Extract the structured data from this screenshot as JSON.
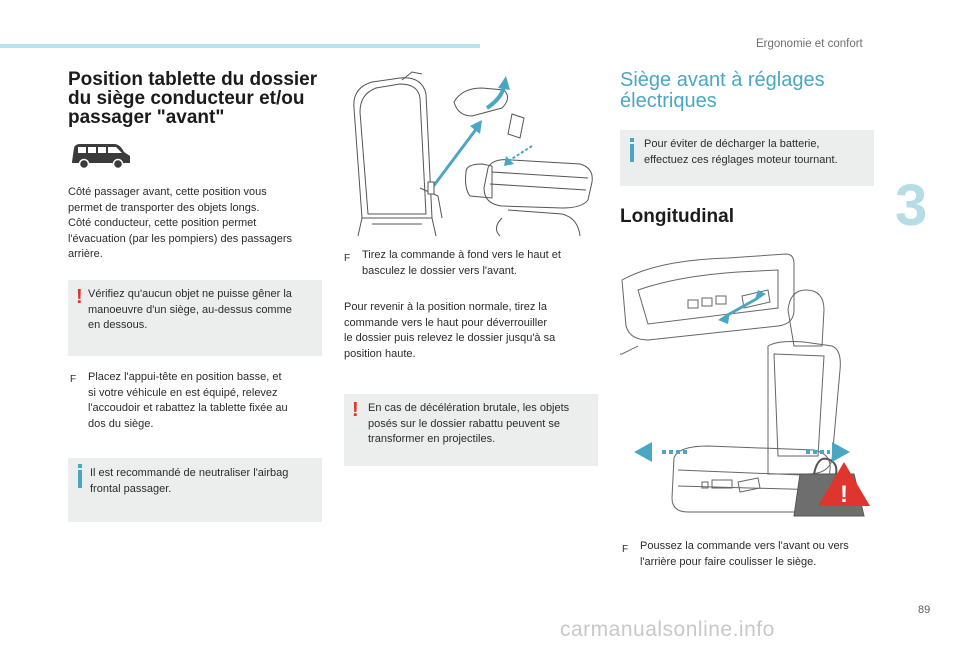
{
  "header": {
    "section_title": "Ergonomie et confort"
  },
  "chapter": {
    "number": "3"
  },
  "page": {
    "number": "89"
  },
  "watermark": "carmanualsonline.info",
  "col1": {
    "title_lines": [
      "Position tablette du dossier",
      "du siège conducteur et/ou",
      "passager \"avant\""
    ],
    "intro_lines": [
      "Côté passager avant, cette position vous",
      "permet de transporter des objets longs.",
      "Côté conducteur, cette position permet",
      "l'évacuation (par les pompiers) des passagers",
      "arrière."
    ],
    "warning_lines": [
      "Vérifiez qu'aucun objet ne puisse gêner la",
      "manoeuvre d'un siège, au-dessus comme",
      "en dessous."
    ],
    "step_marker": "F",
    "step_lines": [
      "Placez l'appui-tête en position basse, et",
      "si votre véhicule en est équipé, relevez",
      "l'accoudoir et rabattez la tablette fixée au",
      "dos du siège."
    ],
    "info_lines": [
      "Il est recommandé de neutraliser l'airbag",
      "frontal passager."
    ]
  },
  "col2": {
    "step_marker": "F",
    "step_lines": [
      "Tirez la commande à fond vers le haut et",
      "basculez le dossier vers l'avant."
    ],
    "return_lines": [
      "Pour revenir à la position normale, tirez la",
      "commande vers le haut pour déverrouiller",
      "le dossier puis relevez le dossier jusqu'à sa",
      "position haute."
    ],
    "warning_lines": [
      "En cas de décélération brutale, les objets",
      "posés sur le dossier rabattu peuvent se",
      "transformer en projectiles."
    ]
  },
  "col3": {
    "title_lines": [
      "Siège avant à réglages",
      "électriques"
    ],
    "info_lines": [
      "Pour éviter de décharger la batterie,",
      "effectuez ces réglages moteur tournant."
    ],
    "subtitle": "Longitudinal",
    "step_marker": "F",
    "step_lines": [
      "Poussez la commande vers l'avant ou vers",
      "l'arrière pour faire coulisser le siège."
    ]
  },
  "colors": {
    "accent": "#4aa7c3",
    "warning": "#e0342f",
    "box_bg": "#eceeee",
    "topbar": "#b9e3ea"
  }
}
